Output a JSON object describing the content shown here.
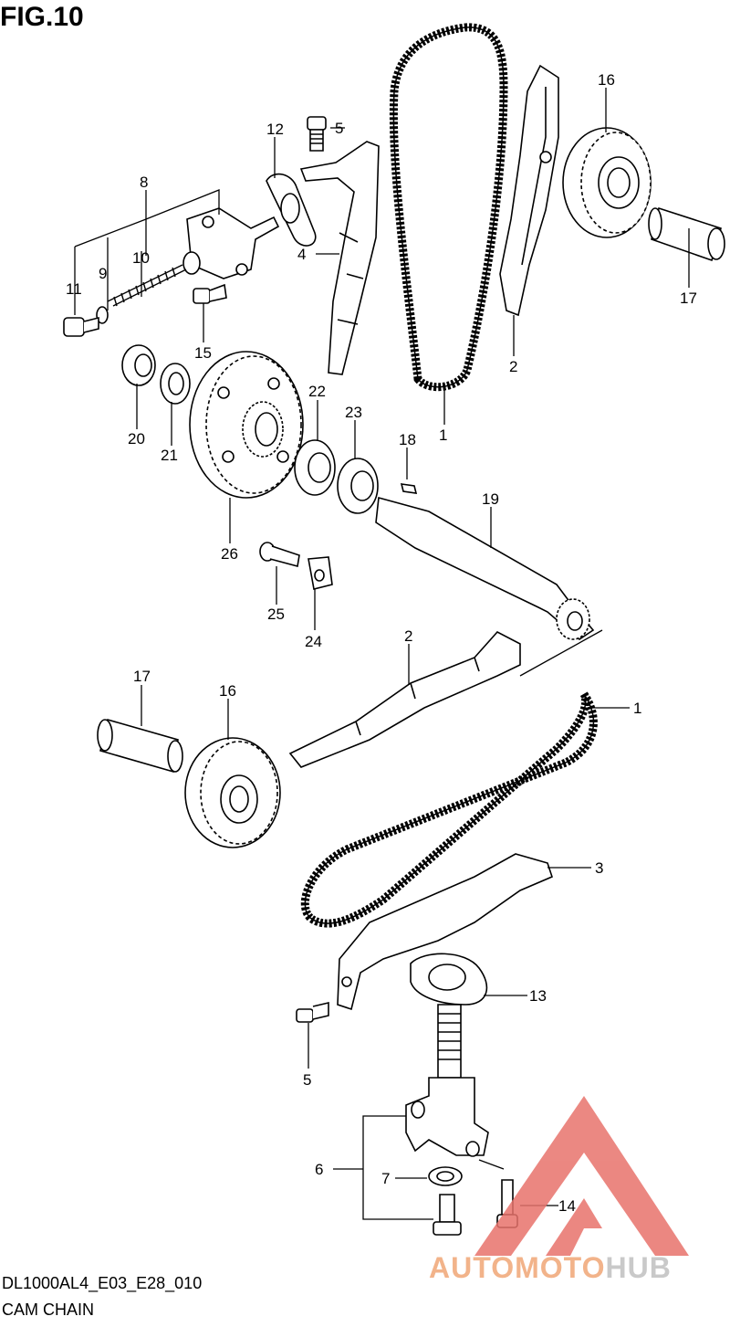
{
  "figure": {
    "title": "FIG.10",
    "code": "DL1000AL4_E03_E28_010",
    "caption": "CAM CHAIN"
  },
  "brand": {
    "part1": "AUTOMOTO",
    "part2": "HUB",
    "colors": {
      "triangle": "#e8736c",
      "text_accent": "#f2b38a",
      "text_muted": "#c9c9c9"
    }
  },
  "callouts": [
    {
      "id": "c12",
      "text": "12"
    },
    {
      "id": "c5a",
      "text": "5"
    },
    {
      "id": "c16a",
      "text": "16"
    },
    {
      "id": "c8",
      "text": "8"
    },
    {
      "id": "c10",
      "text": "10"
    },
    {
      "id": "c11",
      "text": "11"
    },
    {
      "id": "c9",
      "text": "9"
    },
    {
      "id": "c4",
      "text": "4"
    },
    {
      "id": "c15",
      "text": "15"
    },
    {
      "id": "c17a",
      "text": "17"
    },
    {
      "id": "c2a",
      "text": "2"
    },
    {
      "id": "c1a",
      "text": "1"
    },
    {
      "id": "c20",
      "text": "20"
    },
    {
      "id": "c21",
      "text": "21"
    },
    {
      "id": "c22",
      "text": "22"
    },
    {
      "id": "c23",
      "text": "23"
    },
    {
      "id": "c18",
      "text": "18"
    },
    {
      "id": "c19",
      "text": "19"
    },
    {
      "id": "c26",
      "text": "26"
    },
    {
      "id": "c25",
      "text": "25"
    },
    {
      "id": "c24",
      "text": "24"
    },
    {
      "id": "c2b",
      "text": "2"
    },
    {
      "id": "c17b",
      "text": "17"
    },
    {
      "id": "c16b",
      "text": "16"
    },
    {
      "id": "c1b",
      "text": "1"
    },
    {
      "id": "c3",
      "text": "3"
    },
    {
      "id": "c13",
      "text": "13"
    },
    {
      "id": "c5b",
      "text": "5"
    },
    {
      "id": "c6",
      "text": "6"
    },
    {
      "id": "c7",
      "text": "7"
    },
    {
      "id": "c14",
      "text": "14"
    }
  ]
}
